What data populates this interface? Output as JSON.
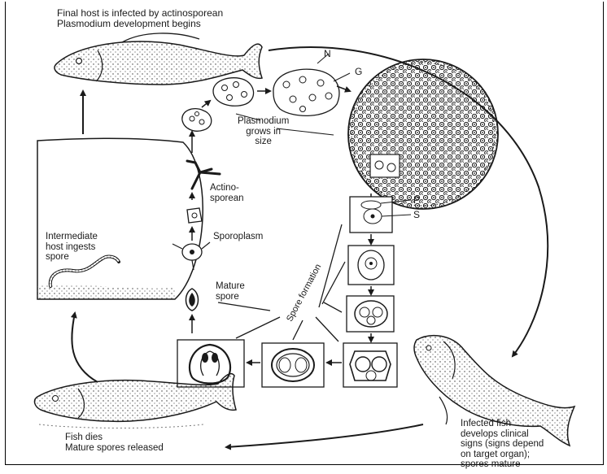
{
  "labels": {
    "final_host": "Final host is infected by actinosporean\nPlasmodium development begins",
    "n": "N",
    "g": "G",
    "plasmodium_grows": "Plasmodium\ngrows in\nsize",
    "p": "P",
    "s": "S",
    "actinosporean": "Actino-\nsporean",
    "sporoplasm": "Sporoplasm",
    "intermediate_host": "Intermediate\nhost ingests\nspore",
    "mature_spore": "Mature\nspore",
    "spore_formation": "Spore formation",
    "fish_dies": "Fish dies\nMature spores released",
    "infected_fish": "Infected fish\ndevelops clinical\nsigns (signs depend\non target organ);\nspores mature"
  },
  "colors": {
    "ink": "#1a1a1a",
    "background": "#ffffff"
  }
}
